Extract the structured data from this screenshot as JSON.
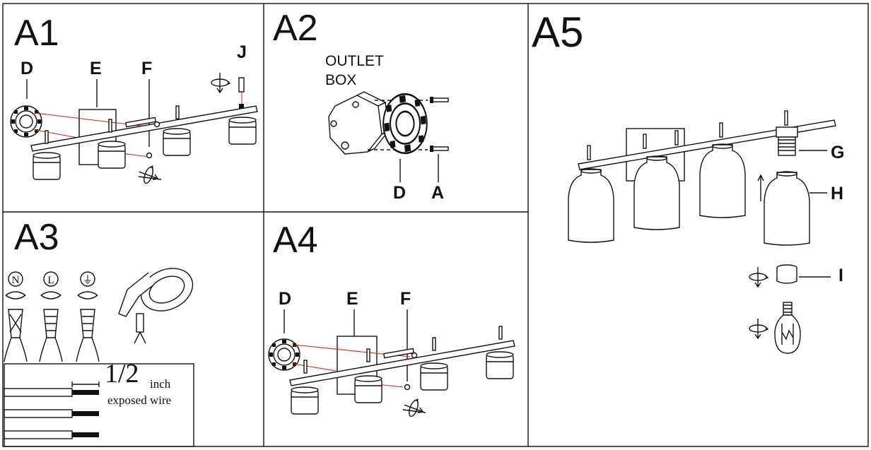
{
  "panels": {
    "a1": {
      "id": "A1",
      "labels": {
        "d": "D",
        "e": "E",
        "f": "F",
        "j": "J"
      }
    },
    "a2": {
      "id": "A2",
      "caption_line1": "OUTLET",
      "caption_line2": "BOX",
      "labels": {
        "d": "D",
        "a": "A"
      }
    },
    "a3": {
      "id": "A3",
      "terminal_symbols": [
        "N",
        "L",
        "⏚"
      ],
      "fraction": "1/2",
      "unit": "inch",
      "note": "exposed wire"
    },
    "a4": {
      "id": "A4",
      "labels": {
        "d": "D",
        "e": "E",
        "f": "F"
      }
    },
    "a5": {
      "id": "A5",
      "labels": {
        "g": "G",
        "h": "H",
        "i": "I"
      }
    }
  },
  "colors": {
    "line": "#111111",
    "guide": "#e01818",
    "background": "#ffffff"
  }
}
